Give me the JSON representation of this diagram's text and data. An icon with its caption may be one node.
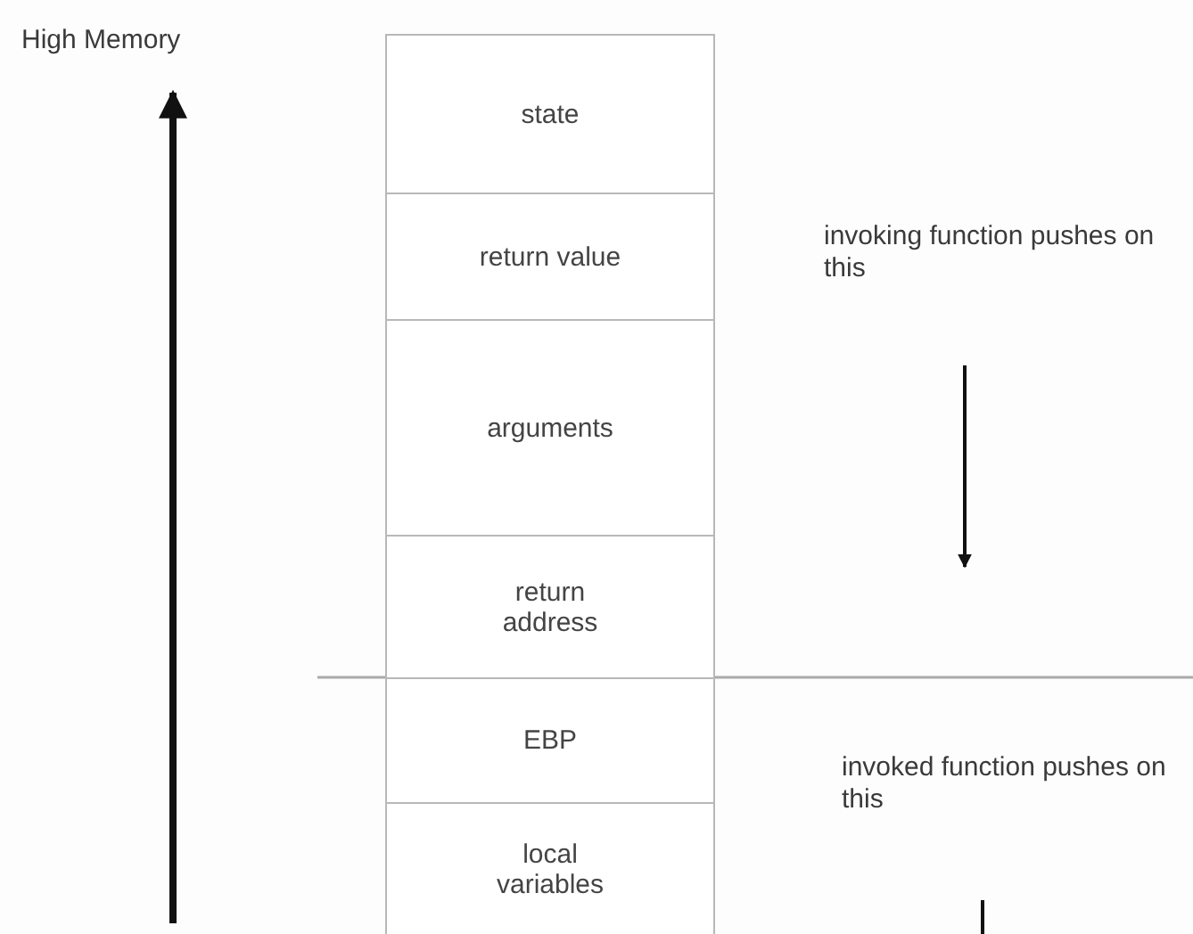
{
  "diagram": {
    "nodes": [
      {
        "text": [
          "state"
        ]
      },
      {
        "text": [
          "return value"
        ]
      },
      {
        "text": [
          "arguments"
        ]
      },
      {
        "text": [
          "return address"
        ]
      },
      {
        "text": [
          "EBP"
        ]
      },
      {
        "text": [
          "local variables"
        ]
      }
    ],
    "labels": [
      "High Memory",
      "invoking function pushes on this",
      "invoked function pushes on this"
    ]
  }
}
